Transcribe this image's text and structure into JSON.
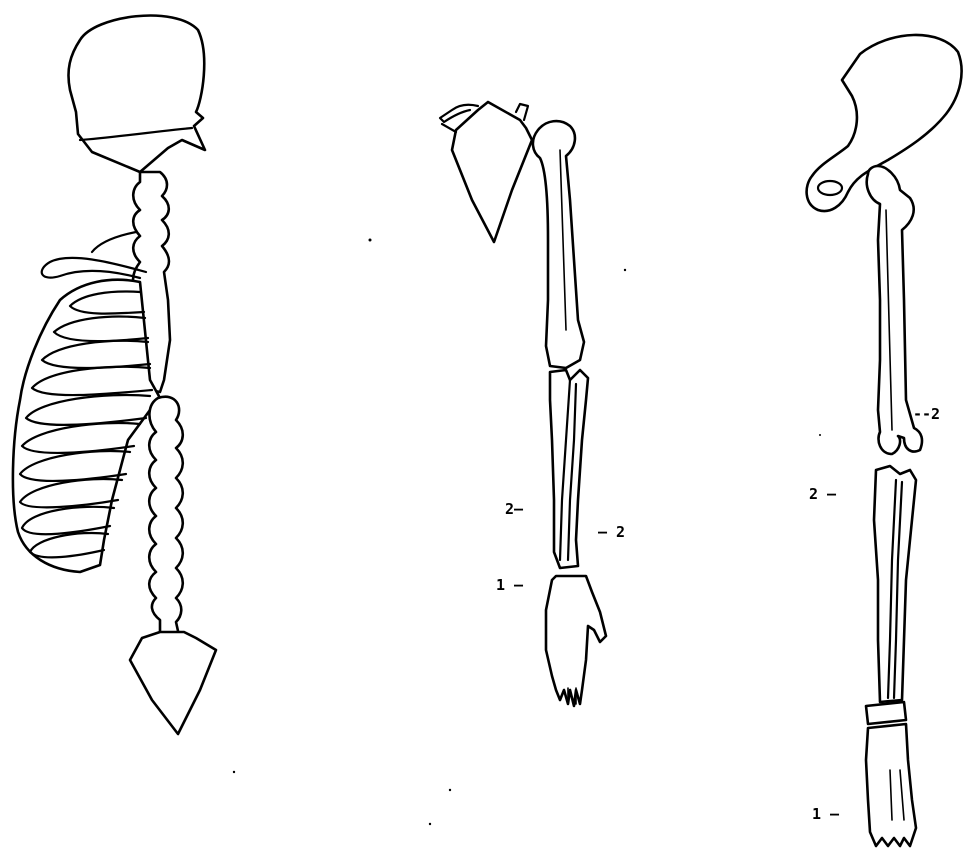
{
  "colors": {
    "stroke": "#000000",
    "background": "#ffffff"
  },
  "figures": [
    {
      "id": "trunk",
      "labels": []
    },
    {
      "id": "arm",
      "labels": [
        {
          "text": "2–",
          "key": "arm_2_left"
        },
        {
          "text": "– 2",
          "key": "arm_2_right"
        },
        {
          "text": "1 –",
          "key": "arm_1"
        }
      ]
    },
    {
      "id": "leg",
      "labels": [
        {
          "text": "--2",
          "key": "leg_2_right"
        },
        {
          "text": "2 –",
          "key": "leg_2_left"
        },
        {
          "text": "1 –",
          "key": "leg_1"
        }
      ]
    }
  ]
}
